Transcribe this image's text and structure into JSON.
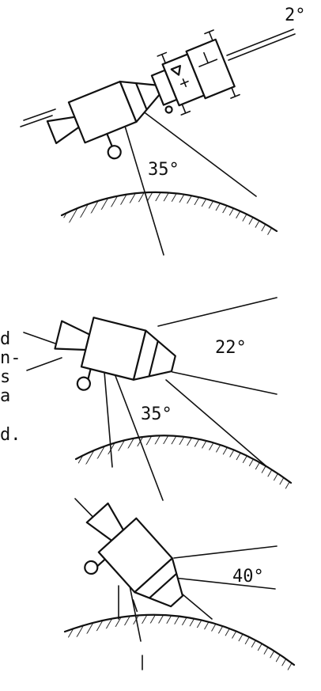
{
  "panels": [
    {
      "angle_a": "2°",
      "angle_b": "35°"
    },
    {
      "angle_a": "22°",
      "angle_b": "35°"
    },
    {
      "angle_a": "40°"
    }
  ],
  "cropped_text": {
    "line1": "d",
    "line2": "n-",
    "line3": "s",
    "line4": "a",
    "line5": "d."
  }
}
